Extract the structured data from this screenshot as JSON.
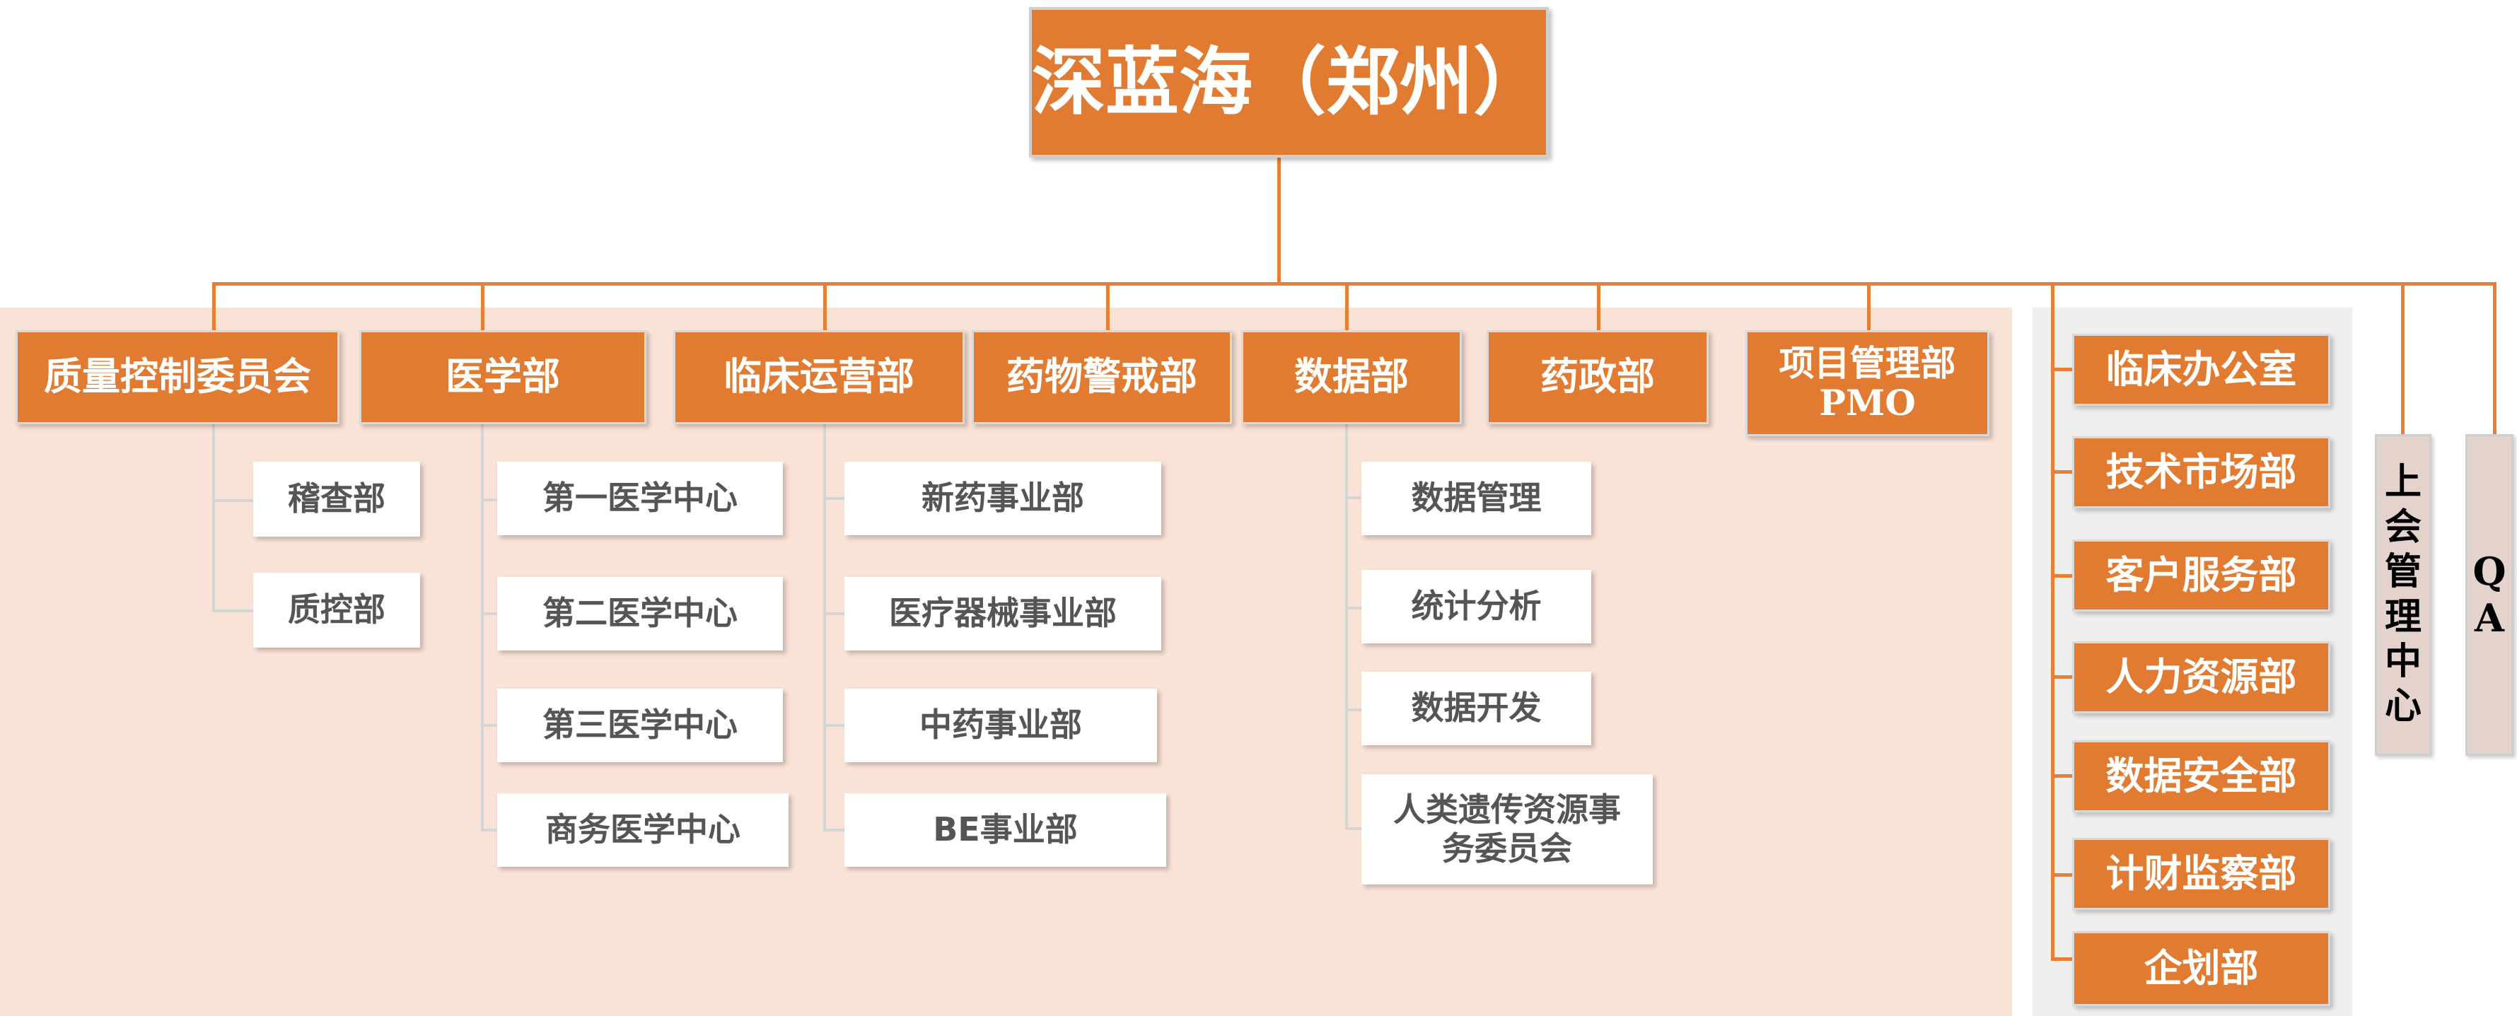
{
  "root": {
    "label": "深蓝海（郑州）"
  },
  "departments": [
    {
      "label": "质量控制委员会"
    },
    {
      "label": "医学部"
    },
    {
      "label": "临床运营部"
    },
    {
      "label": "药物警戒部"
    },
    {
      "label": "数据部"
    },
    {
      "label": "药政部"
    },
    {
      "label_line1": "项目管理部",
      "label_line2": "PMO"
    }
  ],
  "quality_units": [
    "稽查部",
    "质控部"
  ],
  "medical_units": [
    "第一医学中心",
    "第二医学中心",
    "第三医学中心",
    "商务医学中心"
  ],
  "clinical_units": [
    "新药事业部",
    "医疗器械事业部",
    "中药事业部",
    "BE事业部"
  ],
  "data_units": [
    "数据管理",
    "统计分析",
    "数据开发",
    "人类遗传资源事务委员会"
  ],
  "support_units": [
    "临床办公室",
    "技术市场部",
    "客户服务部",
    "人力资源部",
    "数据安全部",
    "计财监察部",
    "企划部"
  ],
  "listing_center": {
    "chars": [
      "上",
      "会",
      "管",
      "理",
      "中",
      "心"
    ]
  },
  "qa": {
    "chars": [
      "Q",
      "A"
    ]
  },
  "colors": {
    "orange": "#e17b31",
    "line": "#e87f35",
    "panel": "#f9e2d6",
    "gray_panel": "#efefef",
    "vertical_box": "#e4d3cc"
  }
}
